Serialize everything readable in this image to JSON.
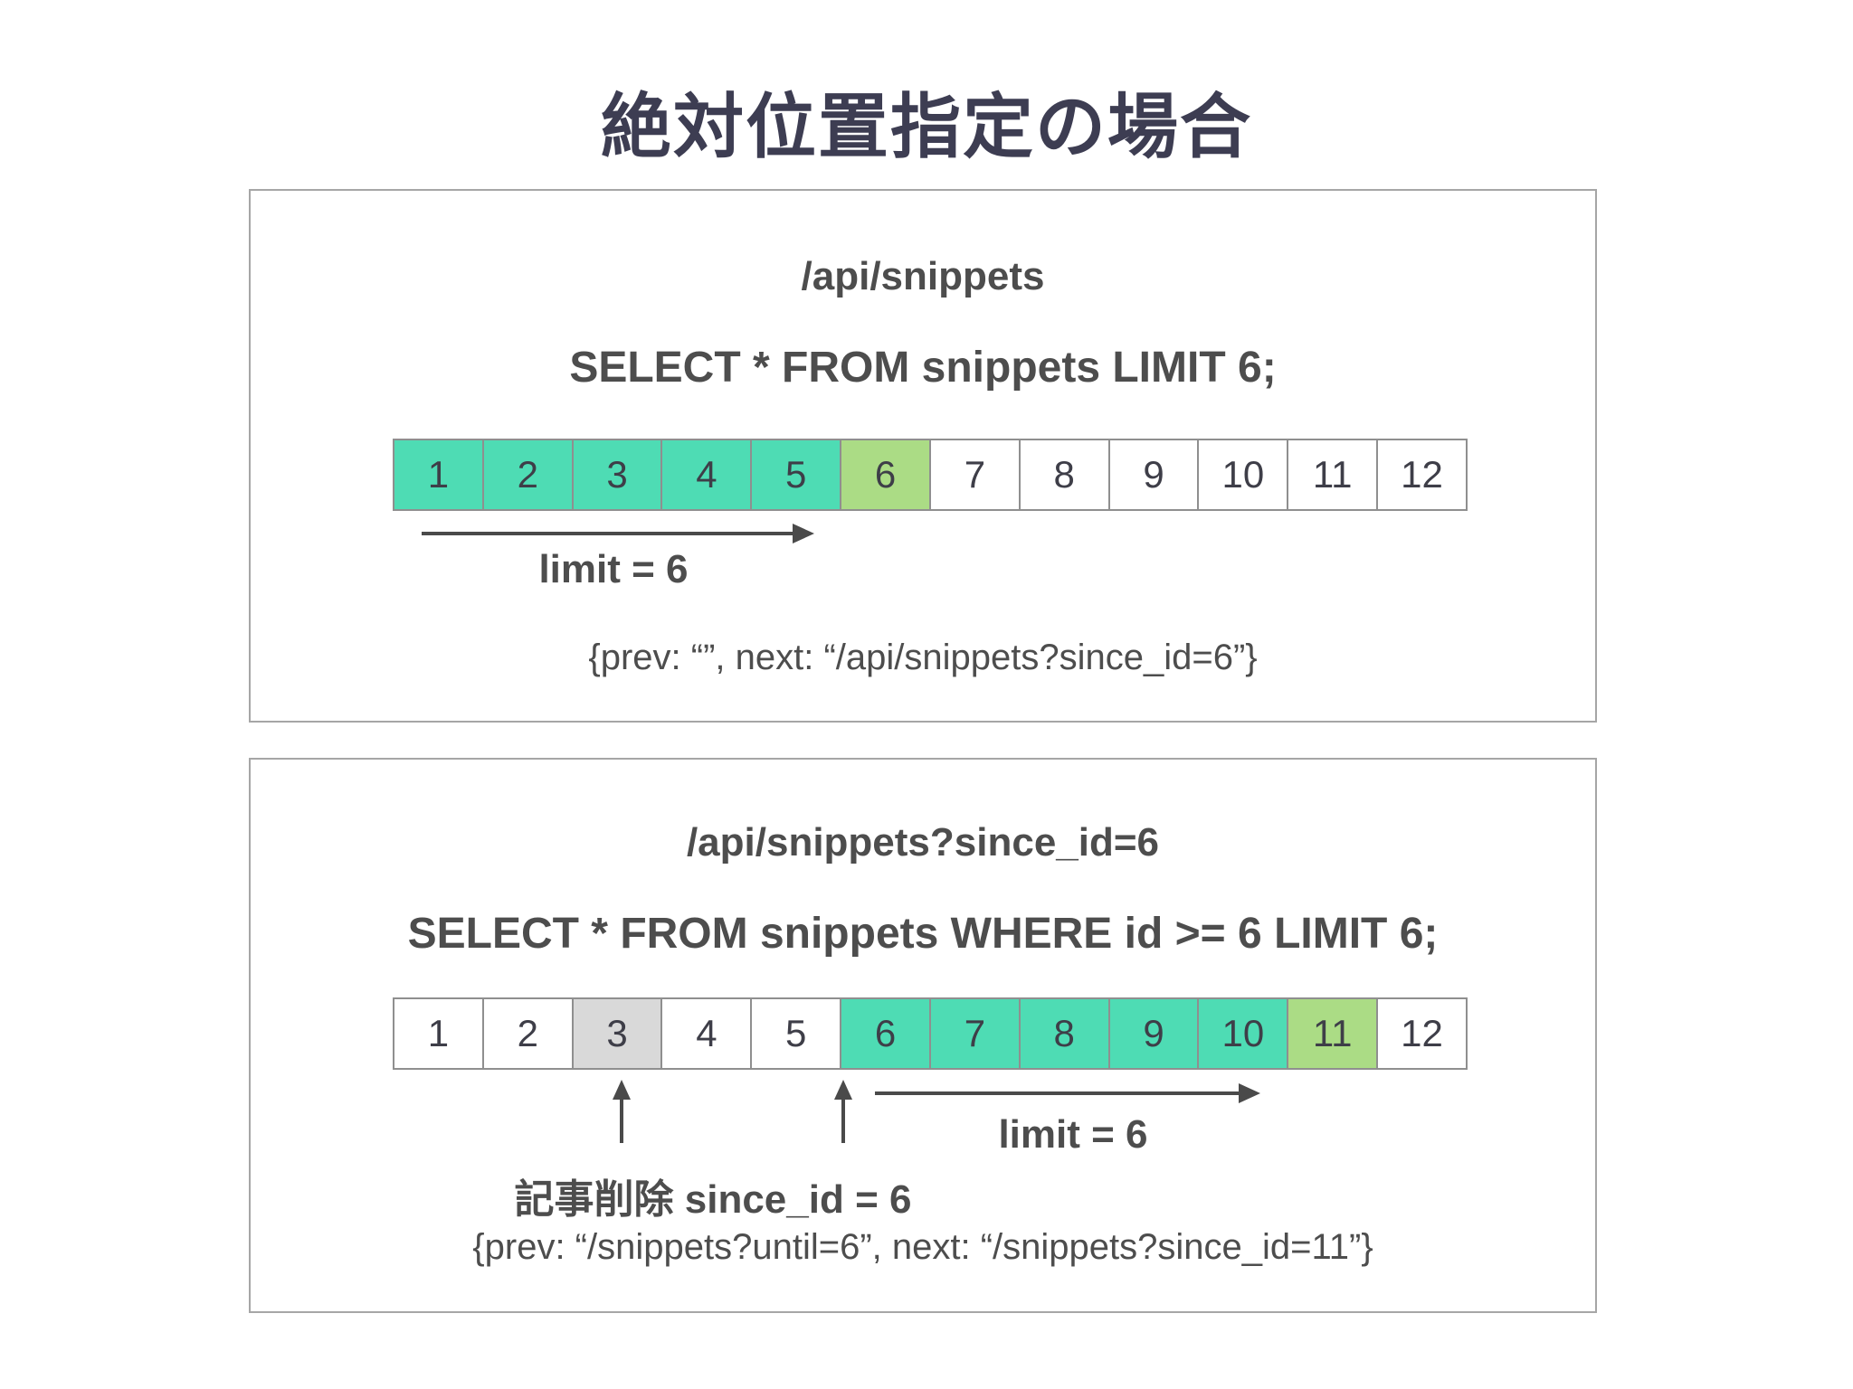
{
  "title": "絶対位置指定の場合",
  "colors": {
    "teal": "#4edcb4",
    "light_green": "#abdc85",
    "gray": "#d9d9d9",
    "text": "#4d4d4d",
    "title_text": "#3d3d52",
    "panel_border": "#a6a6a6",
    "cell_border": "#8f8f8f",
    "arrow": "#4a4a4a"
  },
  "panel1": {
    "endpoint": "/api/snippets",
    "query": "SELECT * FROM snippets LIMIT 6;",
    "cells": [
      {
        "label": "1",
        "state": "selected"
      },
      {
        "label": "2",
        "state": "selected"
      },
      {
        "label": "3",
        "state": "selected"
      },
      {
        "label": "4",
        "state": "selected"
      },
      {
        "label": "5",
        "state": "selected"
      },
      {
        "label": "6",
        "state": "next"
      },
      {
        "label": "7",
        "state": "plain"
      },
      {
        "label": "8",
        "state": "plain"
      },
      {
        "label": "9",
        "state": "plain"
      },
      {
        "label": "10",
        "state": "plain"
      },
      {
        "label": "11",
        "state": "plain"
      },
      {
        "label": "12",
        "state": "plain"
      }
    ],
    "limit_label": "limit = 6",
    "response": "{prev: “”, next: “/api/snippets?since_id=6”}"
  },
  "panel2": {
    "endpoint": "/api/snippets?since_id=6",
    "query": "SELECT * FROM snippets WHERE id >= 6 LIMIT 6;",
    "cells": [
      {
        "label": "1",
        "state": "plain"
      },
      {
        "label": "2",
        "state": "plain"
      },
      {
        "label": "3",
        "state": "deleted"
      },
      {
        "label": "4",
        "state": "plain"
      },
      {
        "label": "5",
        "state": "plain"
      },
      {
        "label": "6",
        "state": "selected"
      },
      {
        "label": "7",
        "state": "selected"
      },
      {
        "label": "8",
        "state": "selected"
      },
      {
        "label": "9",
        "state": "selected"
      },
      {
        "label": "10",
        "state": "selected"
      },
      {
        "label": "11",
        "state": "next"
      },
      {
        "label": "12",
        "state": "plain"
      }
    ],
    "limit_label": "limit = 6",
    "deleted_label": "記事削除",
    "since_label": "since_id = 6",
    "response": "{prev: “/snippets?until=6”, next: “/snippets?since_id=11”}"
  }
}
